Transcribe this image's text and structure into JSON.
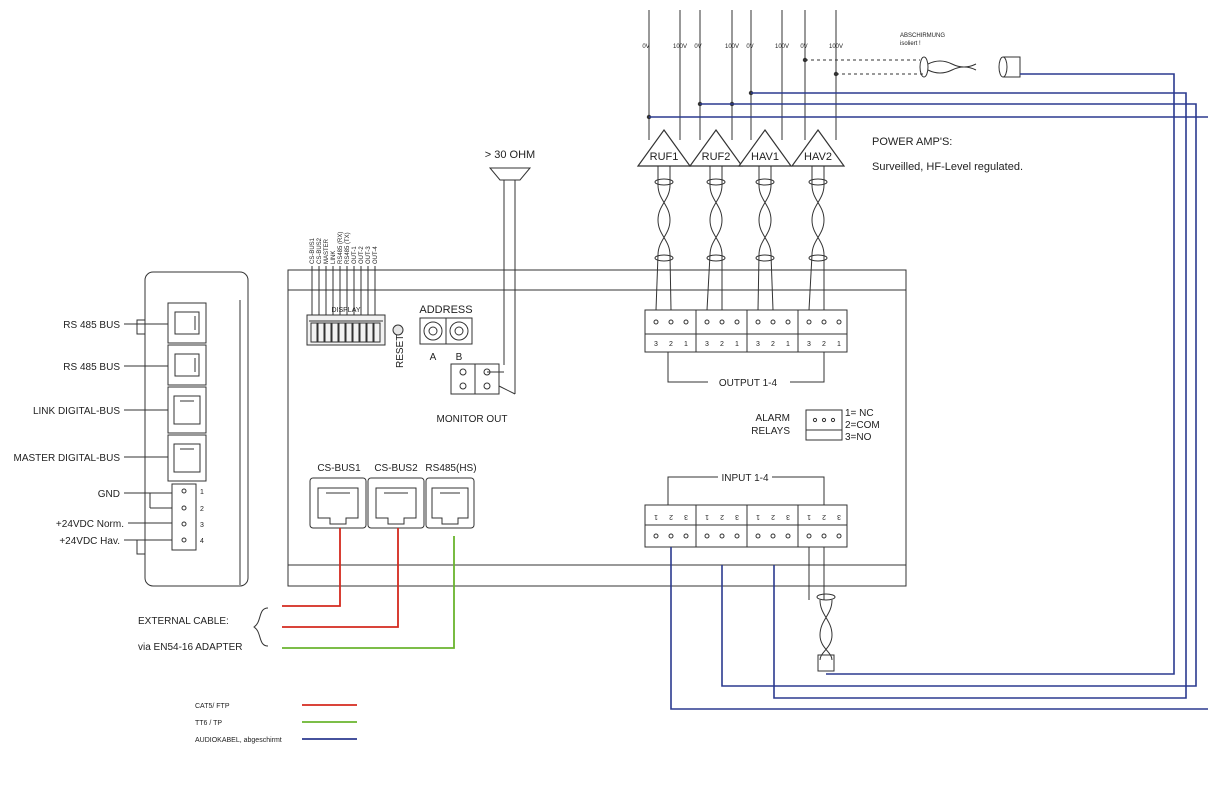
{
  "colors": {
    "ink": "#333333",
    "cat5_red": "#d42a1e",
    "tt6_green": "#6ab42e",
    "audio_blue": "#2b3a8f",
    "panel_fill": "#ffffff",
    "display_fill": "#f2f2f2"
  },
  "power_amps": {
    "voltage_labels": [
      "0V",
      "100V",
      "0V",
      "100V",
      "0V",
      "100V",
      "0V",
      "100V"
    ],
    "amps": [
      "RUF1",
      "RUF2",
      "HAV1",
      "HAV2"
    ],
    "shield_note_line1": "ABSCHIRMUNG",
    "shield_note_line2": "isoliert !",
    "title": "POWER AMP'S:",
    "subtitle": "Surveilled, HF-Level regulated."
  },
  "speaker": {
    "label": "> 30 OHM"
  },
  "left_module": {
    "ports": [
      "RS 485 BUS",
      "RS 485 BUS",
      "LINK DIGITAL-BUS",
      "MASTER DIGITAL-BUS"
    ],
    "power_labels": [
      "GND",
      "+24VDC Norm.",
      "+24VDC Hav."
    ],
    "terminal_numbers": [
      "1",
      "2",
      "3",
      "4"
    ]
  },
  "main_unit": {
    "led_labels": [
      "CS-BUS1",
      "CS-BUS2",
      "MASTER",
      "LINK",
      "RS485 (RX)",
      "RS485 (TX)",
      "OUT-1",
      "OUT-2",
      "OUT-3",
      "OUT-4"
    ],
    "display_label": "DISPLAY",
    "reset_label": "RESET",
    "address_label": "ADDRESS",
    "address_a": "A",
    "address_b": "B",
    "monitor_out_label": "MONITOR OUT",
    "bus_ports": [
      "CS-BUS1",
      "CS-BUS2",
      "RS485(HS)"
    ],
    "output_label": "OUTPUT 1-4",
    "input_label": "INPUT 1-4",
    "output_pin_numbers": [
      "3",
      "2",
      "1"
    ],
    "input_pin_numbers": [
      "1",
      "2",
      "3"
    ],
    "alarm_label_line1": "ALARM",
    "alarm_label_line2": "RELAYS",
    "alarm_pins": [
      "1= NC",
      "2=COM",
      "3=NO"
    ]
  },
  "external": {
    "label": "EXTERNAL CABLE:",
    "via": "via EN54-16 ADAPTER"
  },
  "legend": [
    {
      "label": "CAT5/ FTP",
      "color": "#d42a1e"
    },
    {
      "label": "TT6 / TP",
      "color": "#6ab42e"
    },
    {
      "label": "AUDIOKABEL, abgeschirmt",
      "color": "#2b3a8f"
    }
  ]
}
